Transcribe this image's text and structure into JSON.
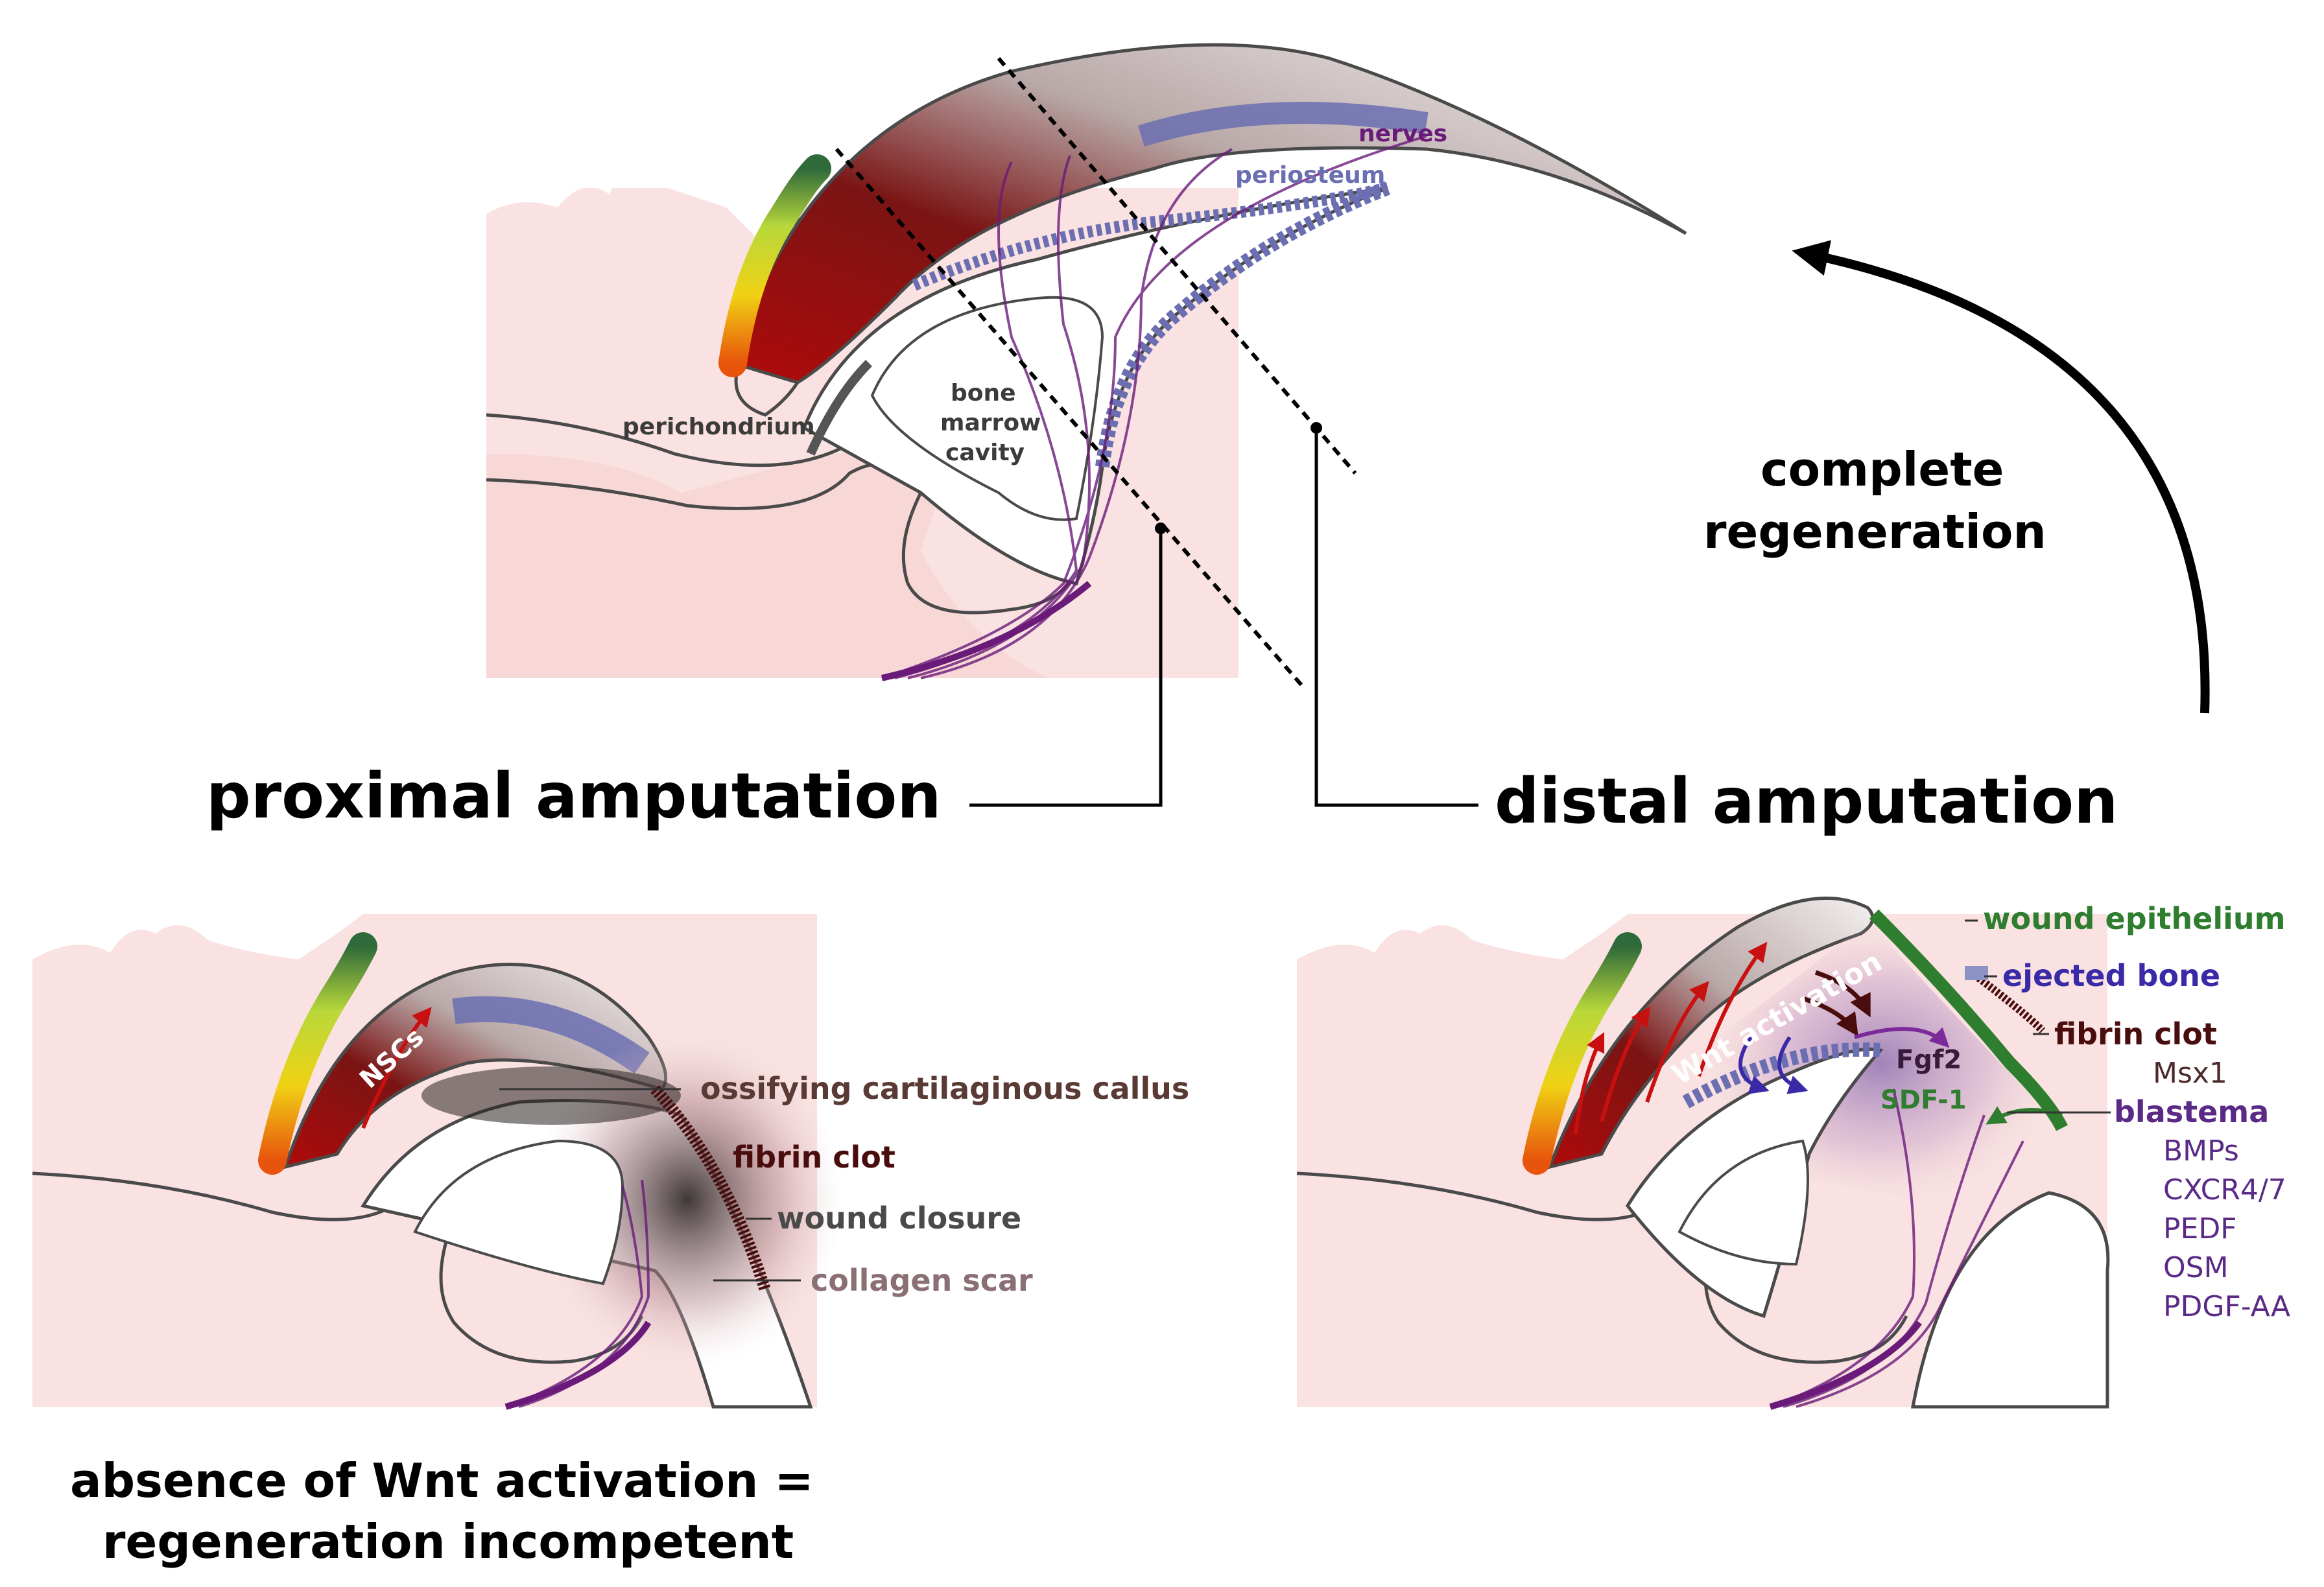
{
  "colors": {
    "tissue_pink": "#f7d9d8",
    "outline": "#4a4a4a",
    "nerve_purple": "#6a1b7a",
    "periosteum_blue": "#6b6fb2",
    "wound_green": "#2f7d2f",
    "fibrin_brown": "#4a0d0d",
    "red_zone": "#c81010",
    "label_brown": "#5a3a35",
    "scar_mauve": "#8a6f74",
    "blastema_purple": "#5a2a86"
  },
  "top_panel": {
    "labels": {
      "nerves": "nerves",
      "periosteum": "periosteum",
      "bone_marrow_cavity": [
        "bone",
        "marrow",
        "cavity"
      ],
      "perichondrium": "perichondrium"
    }
  },
  "headings": {
    "complete_regeneration": [
      "complete",
      "regeneration"
    ],
    "proximal_amputation": "proximal amputation",
    "distal_amputation": "distal amputation",
    "bottom_caption": [
      "absence of Wnt activation =",
      "regeneration incompetent"
    ]
  },
  "proximal_panel": {
    "nscs": "NSCs",
    "ossifying_callus": "ossifying cartilaginous callus",
    "fibrin_clot": "fibrin clot",
    "wound_closure": "wound closure",
    "collagen_scar": "collagen scar"
  },
  "distal_panel": {
    "wnt_activation": "Wnt activation",
    "fgf2": "Fgf2",
    "sdf1": "SDF-1",
    "wound_epithelium": "wound epithelium",
    "ejected_bone": "ejected bone",
    "fibrin_clot": "fibrin clot",
    "msx1": "Msx1",
    "blastema": "blastema",
    "blastema_factors": [
      "BMPs",
      "CXCR4/7",
      "PEDF",
      "OSM",
      "PDGF-AA"
    ]
  },
  "icons": [
    "curved-arrow-icon"
  ]
}
